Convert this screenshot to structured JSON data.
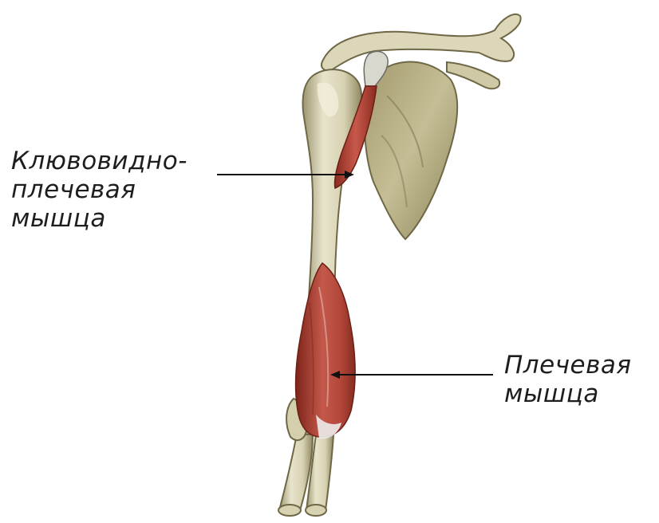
{
  "labels": {
    "coracobrachialis": {
      "line1": "Клювовидно-",
      "line2": "плечевая",
      "line3": "мышца"
    },
    "brachialis": {
      "line1": "Плечевая",
      "line2": "мышца"
    }
  },
  "colors": {
    "background": "#ffffff",
    "bone": "#e4e0c8",
    "bone_shadow": "#a9a27a",
    "scapula": "#b6ad84",
    "muscle": "#b3473a",
    "muscle_dark": "#7e2419",
    "tendon": "#d9d8cf",
    "leader_line": "#111111",
    "text": "#1e1e1e"
  }
}
